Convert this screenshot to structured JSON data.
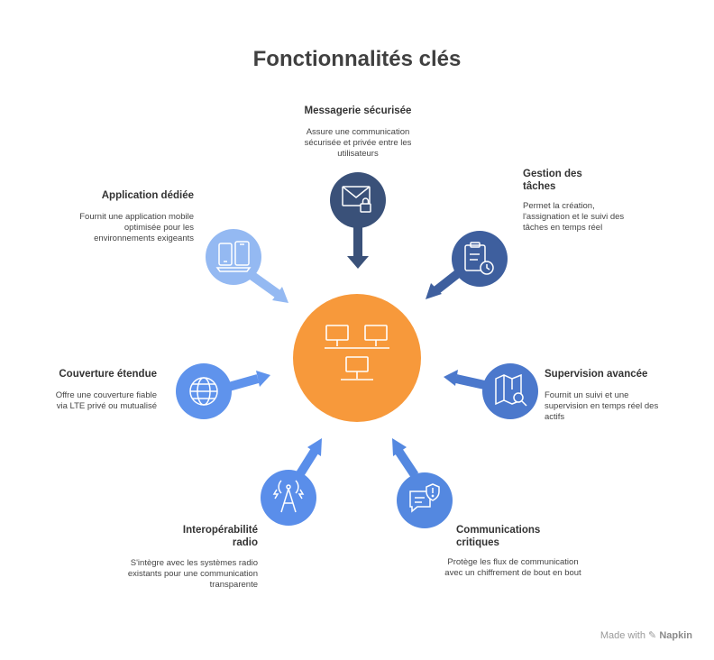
{
  "title": "Fonctionnalités clés",
  "features": [
    {
      "name": "Messagerie sécurisée",
      "description": "Assure une communication sécurisée et privée entre les utilisateurs",
      "icon": "envelope-lock-icon",
      "color": "#3a5179"
    },
    {
      "name": "Gestion des tâches",
      "description": "Permet la création, l'assignation et le suivi des tâches en temps réel",
      "icon": "clipboard-clock-icon",
      "color": "#3e5f9e"
    },
    {
      "name": "Supervision avancée",
      "description": "Fournit un suivi et une supervision en temps réel des actifs",
      "icon": "map-search-icon",
      "color": "#4b78cc"
    },
    {
      "name": "Communications critiques",
      "description": "Protège les flux de communication avec un chiffrement de bout en bout",
      "icon": "chat-shield-icon",
      "color": "#5488e0"
    },
    {
      "name": "Interopérabilité radio",
      "description": "S'intègre avec les systèmes radio existants pour une communication transparente",
      "icon": "radio-tower-icon",
      "color": "#5a8eea"
    },
    {
      "name": "Couverture étendue",
      "description": "Offre une couverture fiable via LTE privé ou mutualisé",
      "icon": "globe-icon",
      "color": "#5f93ec"
    },
    {
      "name": "Application dédiée",
      "description": "Fournit une application mobile optimisée pour les environnements exigeants",
      "icon": "devices-icon",
      "color": "#94b9f2"
    }
  ],
  "center": {
    "icon": "computers-network-icon",
    "color": "#f7993b"
  },
  "watermark": {
    "prefix": "Made with",
    "brand": "Napkin"
  }
}
